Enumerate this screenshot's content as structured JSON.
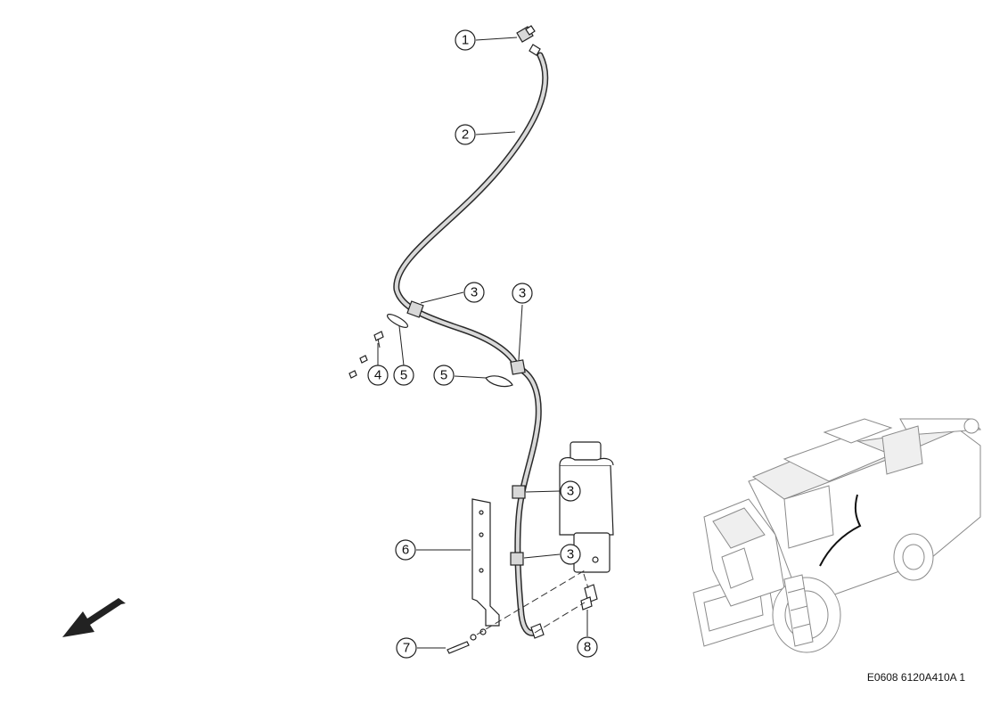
{
  "reference_code": "E0608 6120A410A 1",
  "callouts": {
    "c1": "1",
    "c2": "2",
    "c3a": "3",
    "c3b": "3",
    "c3c": "3",
    "c3d": "3",
    "c4": "4",
    "c5a": "5",
    "c5b": "5",
    "c6": "6",
    "c7": "7",
    "c8": "8"
  },
  "icons": {
    "direction_arrow": "direction-arrow-icon",
    "machine_overview": "combine-harvester-overview-icon"
  }
}
